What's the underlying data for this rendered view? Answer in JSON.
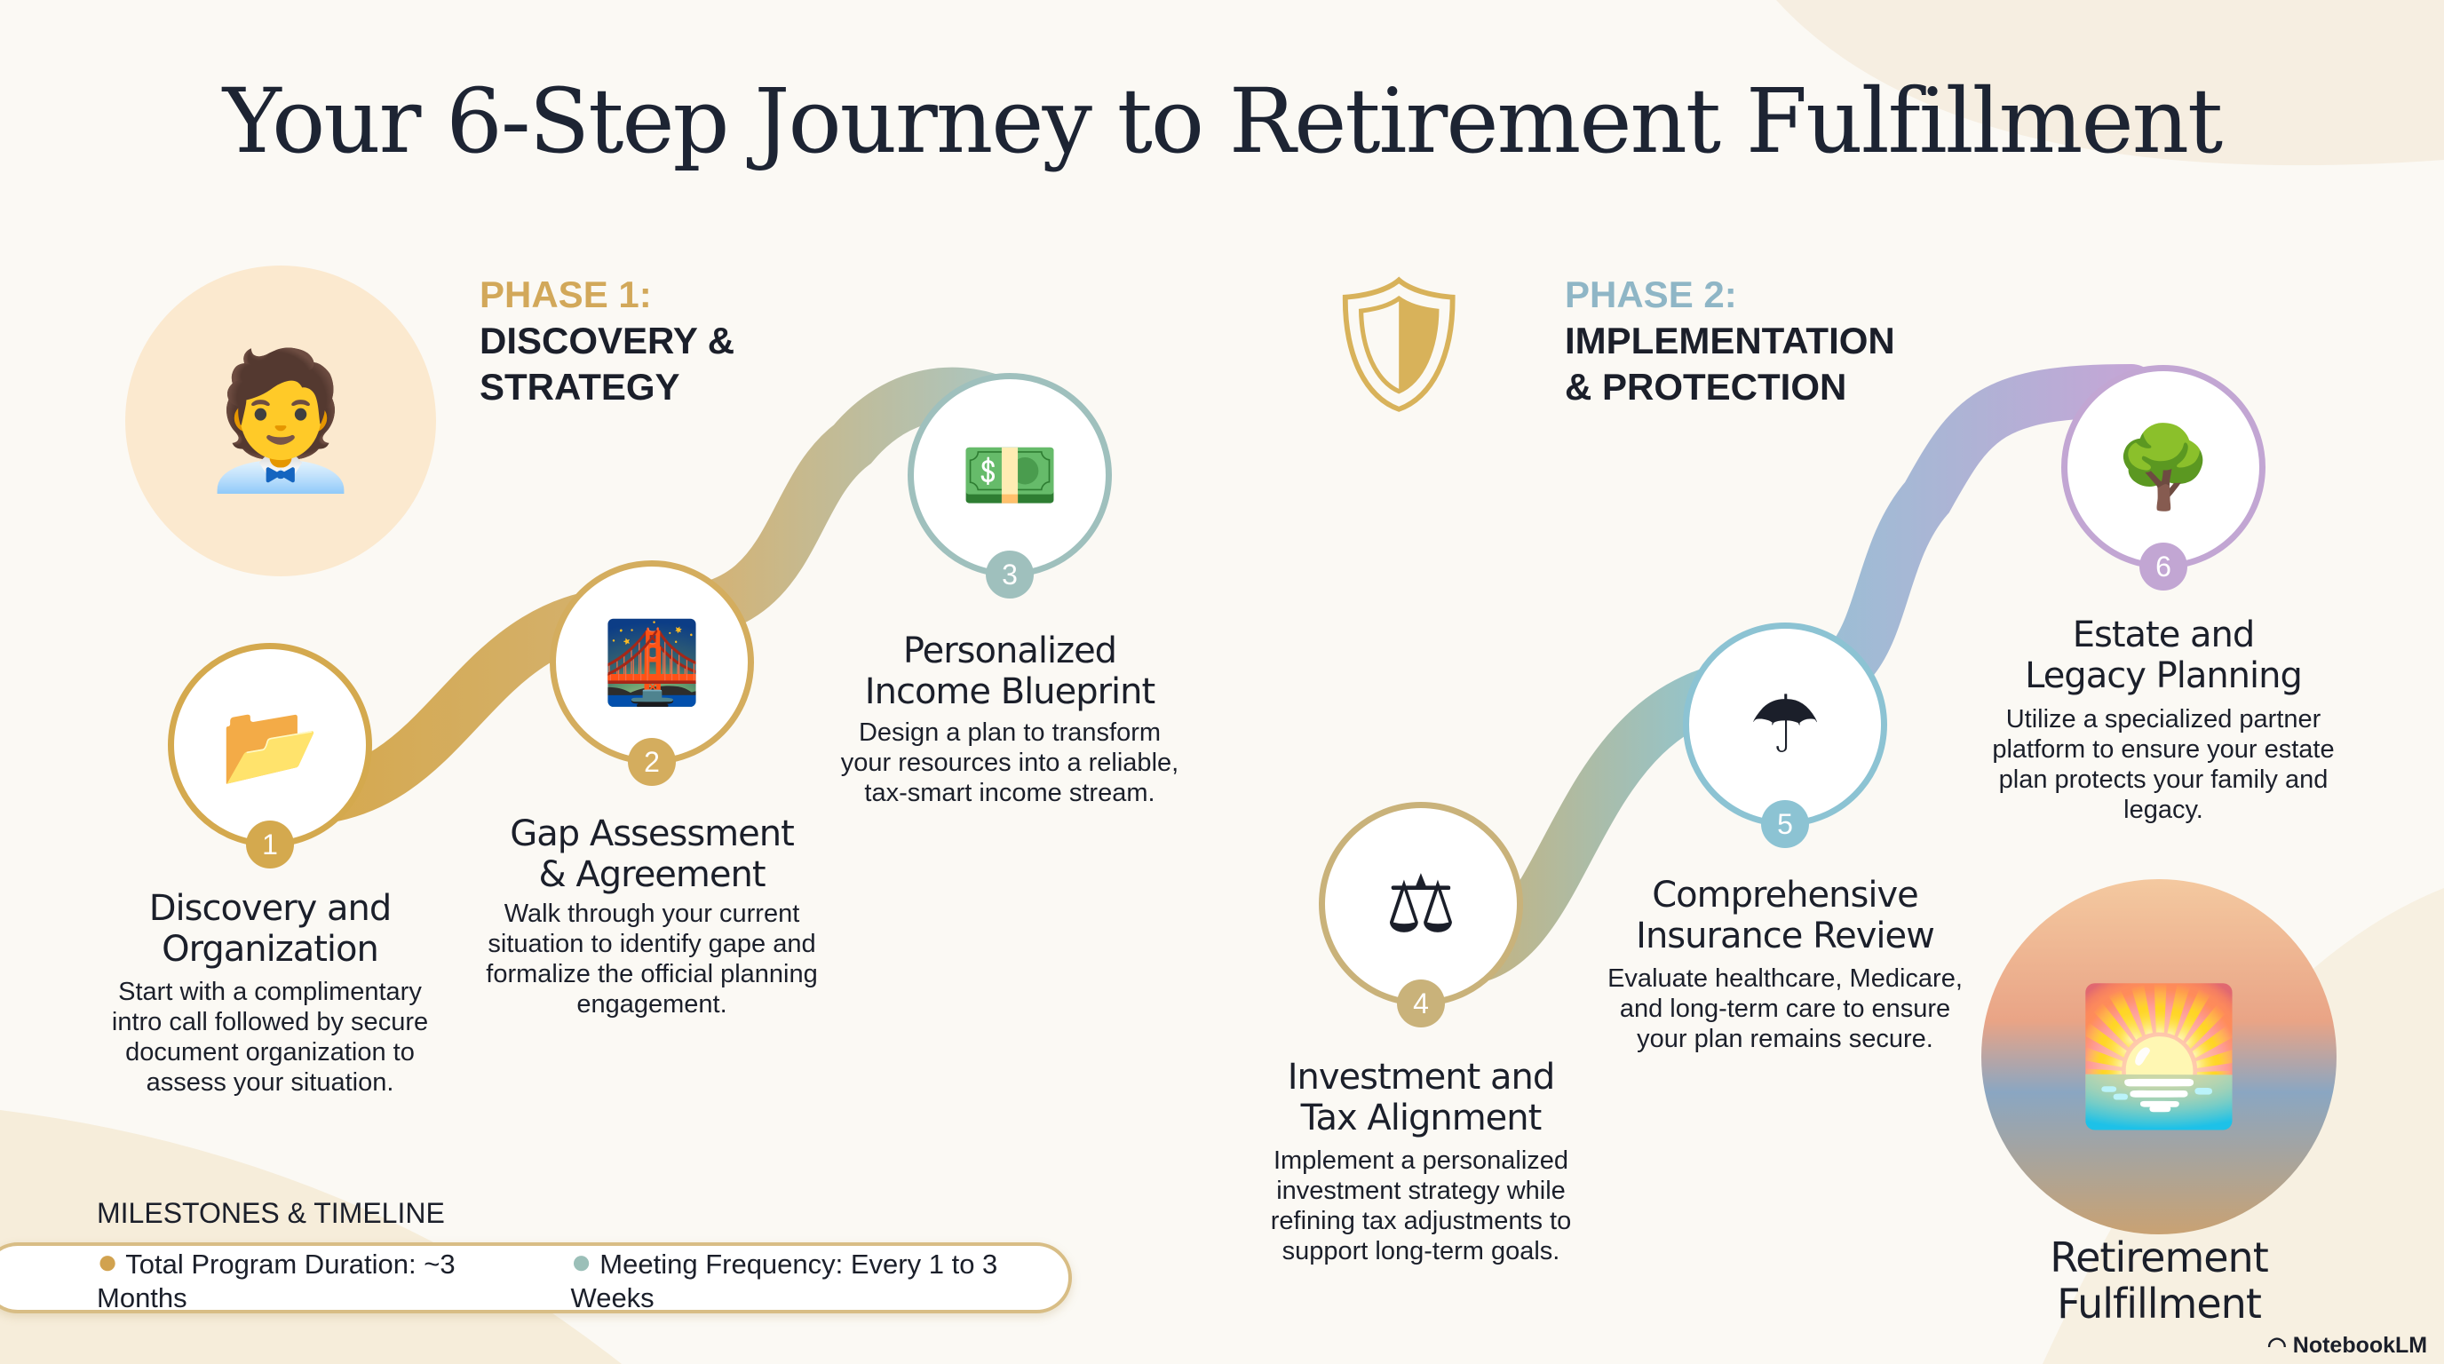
{
  "title": "Your 6-Step Journey to Retirement Fulfillment",
  "phases": [
    {
      "label": "PHASE 1:",
      "name_line1": "DISCOVERY &",
      "name_line2": "STRATEGY"
    },
    {
      "label": "PHASE 2:",
      "name_line1": "IMPLEMENTATION",
      "name_line2": "& PROTECTION"
    }
  ],
  "steps": [
    {
      "number": "1",
      "title_line1": "Discovery and",
      "title_line2": "Organization",
      "description": "Start with a complimentary intro call followed by secure document organization to assess your situation.",
      "icon": "folder-hand-icon",
      "color": "#d4a94e"
    },
    {
      "number": "2",
      "title_line1": "Gap Assessment",
      "title_line2": "& Agreement",
      "description": "Walk through your current situation to identify gape and formalize the official planning engagement.",
      "icon": "bridge-icon",
      "color": "#d4ad5e"
    },
    {
      "number": "3",
      "title_line1": "Personalized",
      "title_line2": "Income Blueprint",
      "description": "Design a plan to transform your resources into a reliable, tax-smart income stream.",
      "icon": "blueprint-money-icon",
      "color": "#9fc0bd"
    },
    {
      "number": "4",
      "title_line1": "Investment and",
      "title_line2": "Tax Alignment",
      "description": "Implement a personalized investment strategy while refining tax adjustments to support long-term goals.",
      "icon": "scale-chart-icon",
      "color": "#c9b27a"
    },
    {
      "number": "5",
      "title_line1": "Comprehensive",
      "title_line2": "Insurance Review",
      "description": "Evaluate healthcare, Medicare, and long-term care to ensure your plan remains secure.",
      "icon": "house-umbrella-icon",
      "color": "#8cc3d3"
    },
    {
      "number": "6",
      "title_line1": "Estate and",
      "title_line2": "Legacy Planning",
      "description": "Utilize a specialized partner platform to ensure your estate plan protects your family and legacy.",
      "icon": "tree-lock-icon",
      "color": "#c2a6d3"
    }
  ],
  "final": {
    "line1": "Retirement",
    "line2": "Fulfillment"
  },
  "milestones": {
    "heading": "MILESTONES & TIMELINE",
    "duration": "Total Program Duration: ~3 Months",
    "frequency": "Meeting Frequency: Every 1 to 3 Weeks"
  },
  "branding": "NotebookLM"
}
